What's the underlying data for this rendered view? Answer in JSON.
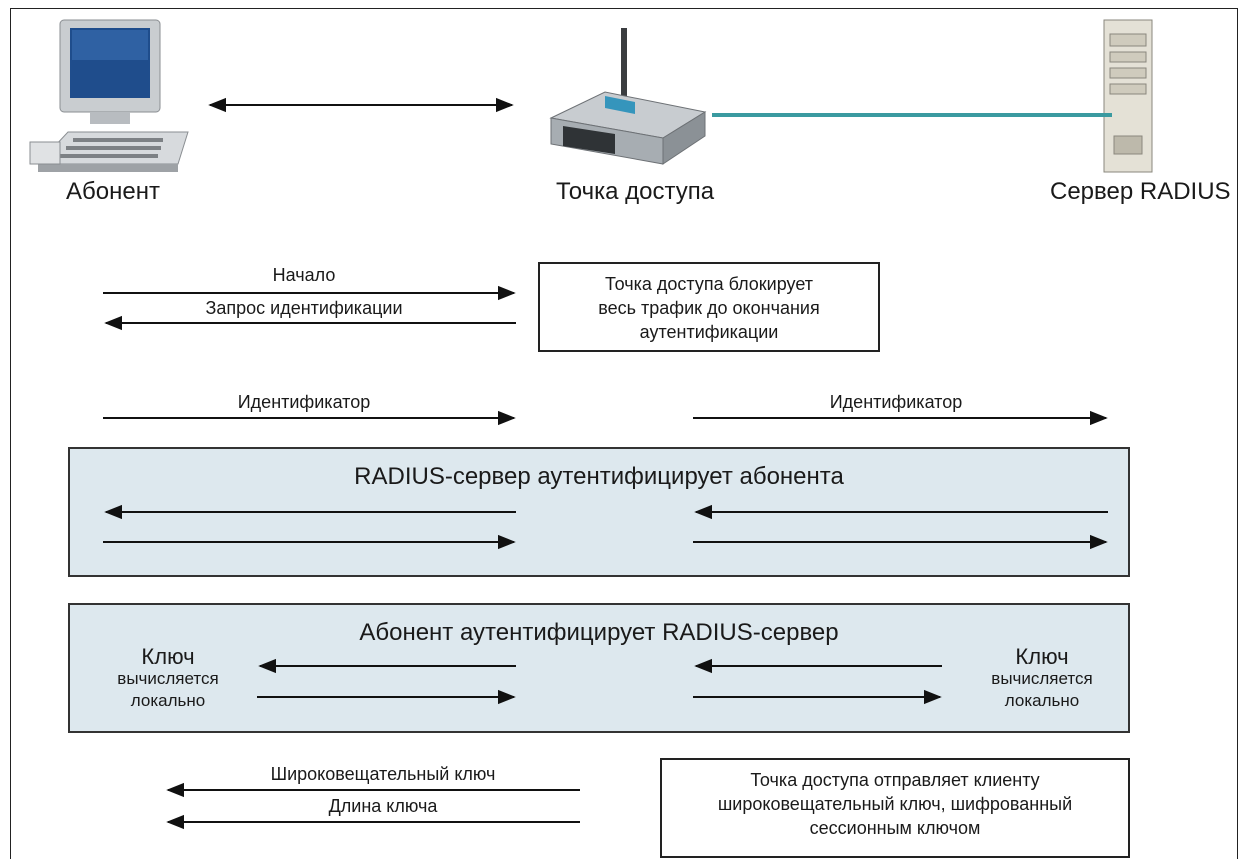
{
  "nodes": {
    "subscriber": "Абонент",
    "access_point": "Точка доступа",
    "radius_server": "Сервер RADIUS"
  },
  "exchange1": {
    "start": "Начало",
    "id_request": "Запрос идентификации",
    "note": [
      "Точка доступа блокирует",
      "весь трафик до окончания",
      "аутентификации"
    ]
  },
  "exchange2": {
    "id_left": "Идентификатор",
    "id_right": "Идентификатор"
  },
  "band1": {
    "title": "RADIUS-сервер аутентифицирует абонента"
  },
  "band2": {
    "title": "Абонент аутентифицирует RADIUS-сервер",
    "left_key": "Ключ",
    "left_key_sub1": "вычисляется",
    "left_key_sub2": "локально",
    "right_key": "Ключ",
    "right_key_sub1": "вычисляется",
    "right_key_sub2": "локально"
  },
  "exchange3": {
    "broadcast_key": "Широковещательный ключ",
    "key_length": "Длина ключа",
    "note": [
      "Точка доступа отправляет клиенту",
      "широковещательный ключ, шифрованный",
      "сессионным ключом"
    ]
  },
  "icons": [
    "computer-icon",
    "wireless-router-icon",
    "server-tower-icon"
  ],
  "colors": {
    "band_fill": "#dde8ee",
    "link_line": "#3a9aa0"
  }
}
